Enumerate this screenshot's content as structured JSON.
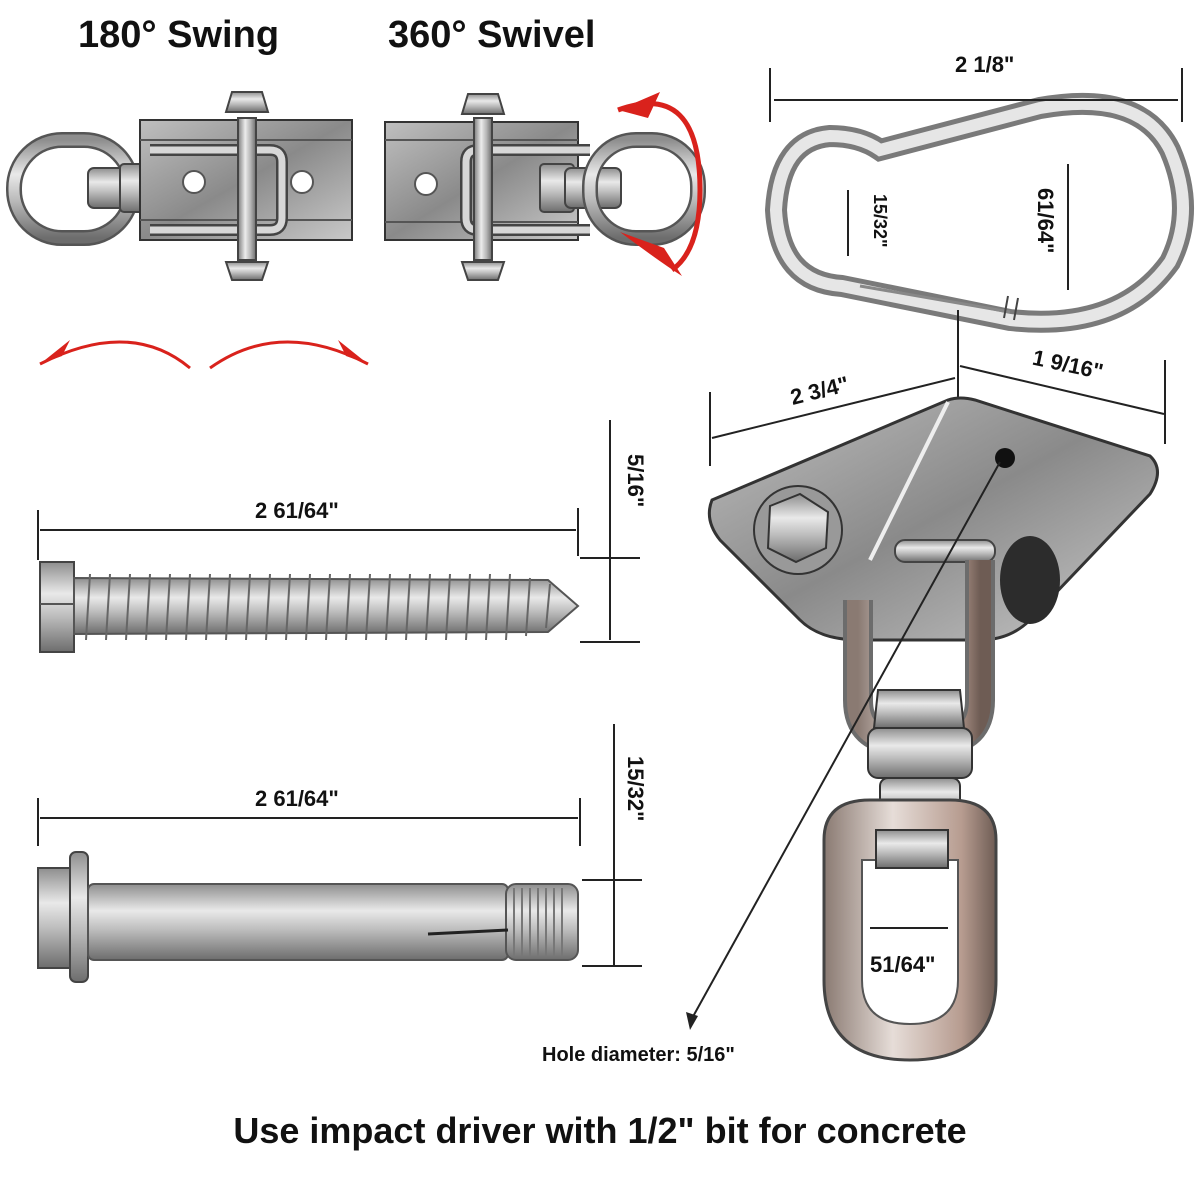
{
  "header": {
    "swing_label": "180° Swing",
    "swivel_label": "360° Swivel"
  },
  "carabiner": {
    "length": "2 1/8\"",
    "small_opening": "15/32\"",
    "large_opening": "61/64\""
  },
  "ceiling_mount": {
    "plate_length": "2 3/4\"",
    "plate_width": "1 9/16\"",
    "eye_inner_width": "51/64\"",
    "hole_diameter_label": "Hole diameter: 5/16\""
  },
  "lag_screw": {
    "length": "2 61/64\"",
    "diameter": "5/16\""
  },
  "sleeve_anchor": {
    "length": "2 61/64\"",
    "diameter": "15/32\""
  },
  "footer": {
    "instruction": "Use impact driver with 1/2\" bit for concrete"
  },
  "colors": {
    "arrow_red": "#d9221c",
    "steel_light": "#d8d8d8",
    "steel_mid": "#a9a9a9",
    "steel_dark": "#5a5a5a",
    "dimension_line": "#222222"
  }
}
